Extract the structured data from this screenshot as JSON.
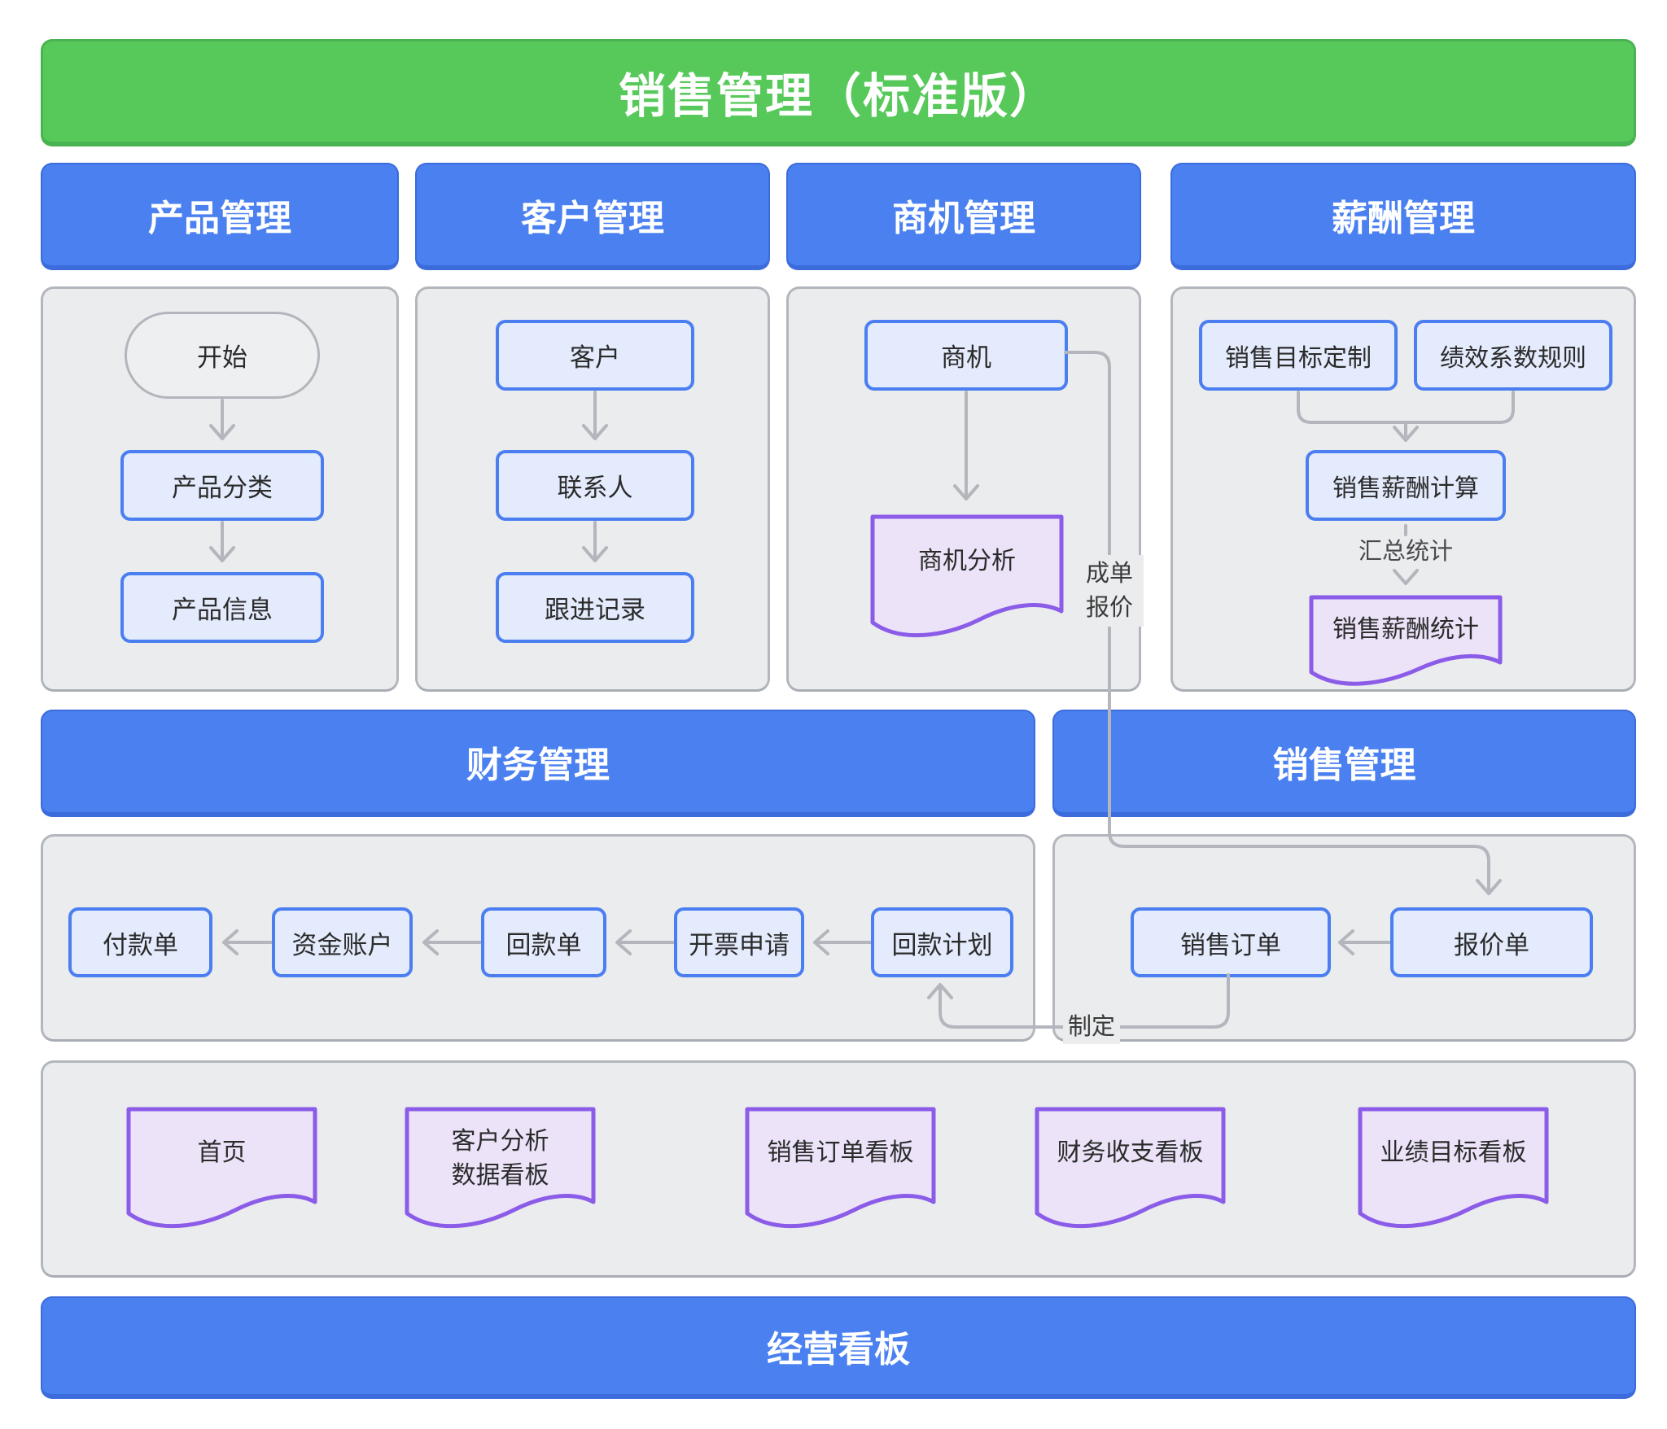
{
  "title": "销售管理（标准版）",
  "palette": {
    "banner_green": "#57c95b",
    "header_blue": "#4a80f0",
    "panel_gray": "#ebecee",
    "node_fill": "#e3ebfc",
    "node_border": "#4b7ef0",
    "doc_fill": "#ece3f9",
    "doc_border": "#8b5ce8",
    "connector_gray": "#b3b6bc"
  },
  "product": {
    "header": "产品管理",
    "start": "开始",
    "category": "产品分类",
    "info": "产品信息"
  },
  "customer": {
    "header": "客户管理",
    "customer": "客户",
    "contact": "联系人",
    "follow": "跟进记录"
  },
  "opportunity": {
    "header": "商机管理",
    "node": "商机",
    "analysis": "商机分析",
    "edge_label": "成单\n报价"
  },
  "compensation": {
    "header": "薪酬管理",
    "target": "销售目标定制",
    "rule": "绩效系数规则",
    "calc": "销售薪酬计算",
    "edge_label": "汇总统计",
    "stats": "销售薪酬统计"
  },
  "finance": {
    "header": "财务管理",
    "payment": "付款单",
    "account": "资金账户",
    "receipt": "回款单",
    "invoice": "开票申请",
    "plan": "回款计划"
  },
  "sales": {
    "header": "销售管理",
    "order": "销售订单",
    "quote": "报价单",
    "edge_label": "制定"
  },
  "dashboards": {
    "home": "首页",
    "customer_analysis": "客户分析\n数据看板",
    "order_board": "销售订单看板",
    "finance_board": "财务收支看板",
    "target_board": "业绩目标看板"
  },
  "bottom_banner": "经营看板"
}
